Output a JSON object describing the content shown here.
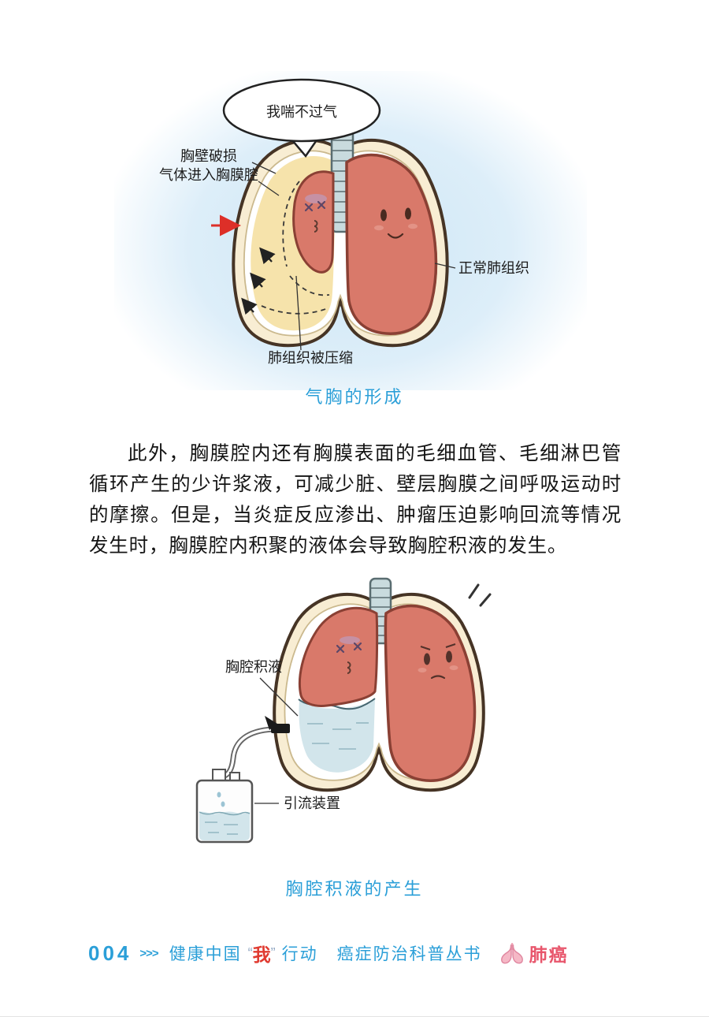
{
  "figure1": {
    "speech_bubble": "我喘不过气",
    "label_wall_line1": "胸壁破损",
    "label_wall_line2": "气体进入胸膜腔",
    "label_normal": "正常肺组织",
    "label_compressed": "肺组织被压缩",
    "caption": "气胸的形成"
  },
  "paragraph": {
    "text": "此外，胸膜腔内还有胸膜表面的毛细血管、毛细淋巴管循环产生的少许浆液，可减少脏、壁层胸膜之间呼吸运动时的摩擦。但是，当炎症反应渗出、肿瘤压迫影响回流等情况发生时，胸膜腔内积聚的液体会导致胸腔积液的发生。"
  },
  "figure2": {
    "label_effusion": "胸腔积液",
    "label_drain": "引流装置",
    "caption": "胸腔积液的产生"
  },
  "footer": {
    "page_number": "004",
    "chevrons": ">>>",
    "series_1": "健康中国",
    "quote_open": "“",
    "highlight": "我",
    "quote_close": "”",
    "series_2": "行动",
    "series_3": "癌症防治科普丛书",
    "title": "肺癌"
  },
  "colors": {
    "caption_blue": "#2b9fd8",
    "lung_fill": "#d9796a",
    "lung_stroke": "#8a4034",
    "chest_band": "#f8edd3",
    "chest_outline": "#463425",
    "air_cream": "#f6e3ab",
    "fluid_blue": "#d2e5eb",
    "trachea": "#c9dbde",
    "arrow_red": "#dd2f28",
    "footer_red": "#e03a30",
    "title_pink": "#e8566c"
  }
}
